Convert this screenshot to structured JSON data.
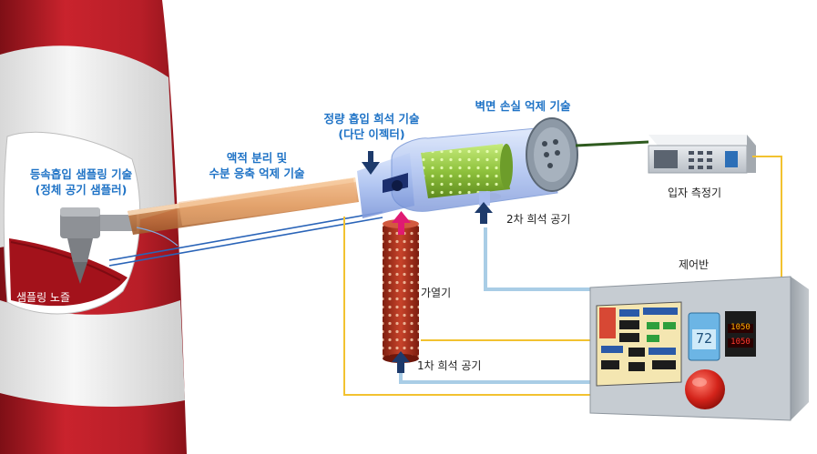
{
  "labels": {
    "isokinetic": [
      "등속흡입 샘플링 기술",
      "(정체 공기 샘플러)"
    ],
    "nozzle": "샘플링 노즐",
    "droplet": [
      "액적 분리 및",
      "수분 응축 억제 기술"
    ],
    "quantitative": [
      "정량 흡입 희석 기술",
      "(다단 이젝터)"
    ],
    "wall_loss": "벽면 손실 억제 기술",
    "particle_meter": "입자 측정기",
    "secondary_air": "2차 희석 공기",
    "heater": "가열기",
    "primary_air": "1차 희석 공기",
    "control_panel": "제어반"
  },
  "panel": {
    "display_value": "72",
    "controller_top": "1050",
    "controller_bottom": "1050"
  },
  "colors": {
    "stack_red": "#b3202a",
    "label_blue": "#1f73c6",
    "wire_yellow": "#f2c230",
    "air_line_blue": "#a9cde6",
    "arrow_navy": "#1d3a6b",
    "heater_red": "#b8341f"
  }
}
